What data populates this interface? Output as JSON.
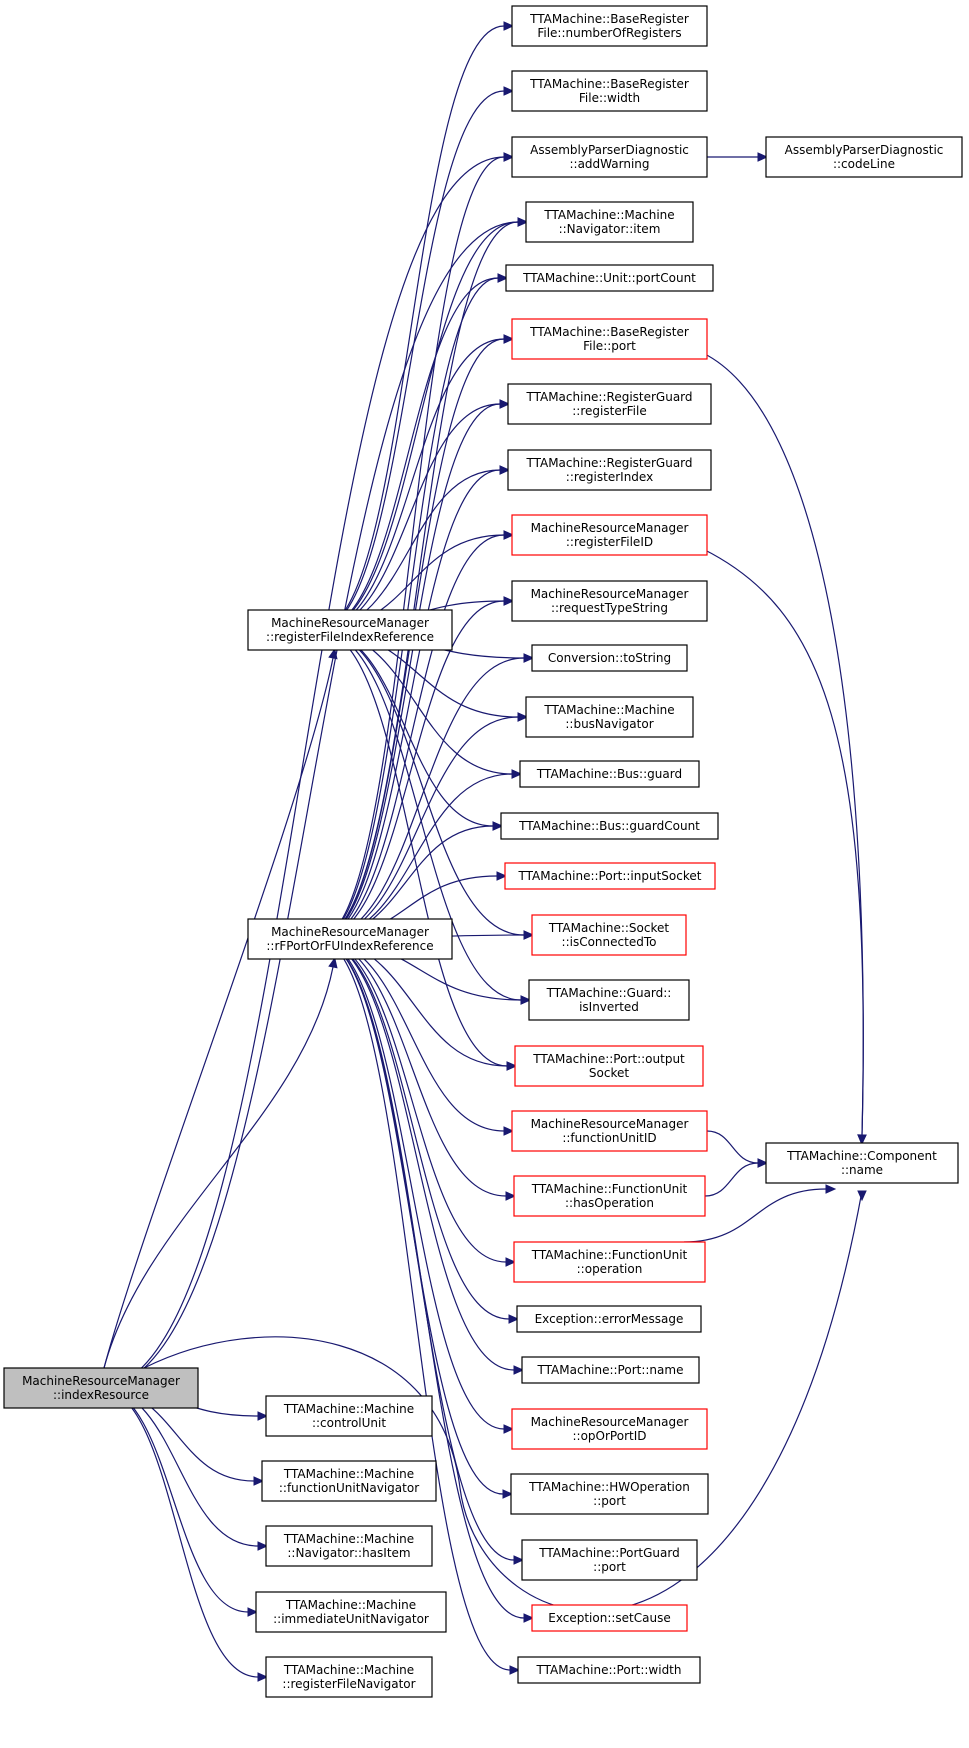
{
  "diagram": {
    "type": "call-graph",
    "nodes": [
      {
        "id": "indexResource",
        "lines": [
          "MachineResourceManager",
          "::indexResource"
        ],
        "root": true
      },
      {
        "id": "regFileIdxRef",
        "lines": [
          "MachineResourceManager",
          "::registerFileIndexReference"
        ]
      },
      {
        "id": "rFPortOrFU",
        "lines": [
          "MachineResourceManager",
          "::rFPortOrFUIndexReference"
        ]
      },
      {
        "id": "numberOfRegisters",
        "lines": [
          "TTAMachine::BaseRegister",
          "File::numberOfRegisters"
        ]
      },
      {
        "id": "brfWidth",
        "lines": [
          "TTAMachine::BaseRegister",
          "File::width"
        ]
      },
      {
        "id": "addWarning",
        "lines": [
          "AssemblyParserDiagnostic",
          "::addWarning"
        ]
      },
      {
        "id": "codeLine",
        "lines": [
          "AssemblyParserDiagnostic",
          "::codeLine"
        ]
      },
      {
        "id": "navItem",
        "lines": [
          "TTAMachine::Machine",
          "::Navigator::item"
        ]
      },
      {
        "id": "portCount",
        "lines": [
          "TTAMachine::Unit::portCount"
        ]
      },
      {
        "id": "brfPort",
        "lines": [
          "TTAMachine::BaseRegister",
          "File::port"
        ],
        "red": true
      },
      {
        "id": "rgRegisterFile",
        "lines": [
          "TTAMachine::RegisterGuard",
          "::registerFile"
        ]
      },
      {
        "id": "rgRegisterIndex",
        "lines": [
          "TTAMachine::RegisterGuard",
          "::registerIndex"
        ]
      },
      {
        "id": "registerFileID",
        "lines": [
          "MachineResourceManager",
          "::registerFileID"
        ],
        "red": true
      },
      {
        "id": "requestTypeString",
        "lines": [
          "MachineResourceManager",
          "::requestTypeString"
        ]
      },
      {
        "id": "toString",
        "lines": [
          "Conversion::toString"
        ]
      },
      {
        "id": "busNavigator",
        "lines": [
          "TTAMachine::Machine",
          "::busNavigator"
        ]
      },
      {
        "id": "busGuard",
        "lines": [
          "TTAMachine::Bus::guard"
        ]
      },
      {
        "id": "busGuardCount",
        "lines": [
          "TTAMachine::Bus::guardCount"
        ]
      },
      {
        "id": "inputSocket",
        "lines": [
          "TTAMachine::Port::inputSocket"
        ],
        "red": true
      },
      {
        "id": "isConnectedTo",
        "lines": [
          "TTAMachine::Socket",
          "::isConnectedTo"
        ],
        "red": true
      },
      {
        "id": "isInverted",
        "lines": [
          "TTAMachine::Guard::",
          "isInverted"
        ]
      },
      {
        "id": "outputSocket",
        "lines": [
          "TTAMachine::Port::output",
          "Socket"
        ],
        "red": true
      },
      {
        "id": "functionUnitID",
        "lines": [
          "MachineResourceManager",
          "::functionUnitID"
        ],
        "red": true
      },
      {
        "id": "hasOperation",
        "lines": [
          "TTAMachine::FunctionUnit",
          "::hasOperation"
        ],
        "red": true
      },
      {
        "id": "fuOperation",
        "lines": [
          "TTAMachine::FunctionUnit",
          "::operation"
        ],
        "red": true
      },
      {
        "id": "componentName",
        "lines": [
          "TTAMachine::Component",
          "::name"
        ]
      },
      {
        "id": "errorMessage",
        "lines": [
          "Exception::errorMessage"
        ]
      },
      {
        "id": "portName",
        "lines": [
          "TTAMachine::Port::name"
        ]
      },
      {
        "id": "opOrPortID",
        "lines": [
          "MachineResourceManager",
          "::opOrPortID"
        ],
        "red": true
      },
      {
        "id": "hwopPort",
        "lines": [
          "TTAMachine::HWOperation",
          "::port"
        ]
      },
      {
        "id": "pgPort",
        "lines": [
          "TTAMachine::PortGuard",
          "::port"
        ]
      },
      {
        "id": "setCause",
        "lines": [
          "Exception::setCause"
        ],
        "red": true
      },
      {
        "id": "portWidth",
        "lines": [
          "TTAMachine::Port::width"
        ]
      },
      {
        "id": "controlUnit",
        "lines": [
          "TTAMachine::Machine",
          "::controlUnit"
        ]
      },
      {
        "id": "fuNavigator",
        "lines": [
          "TTAMachine::Machine",
          "::functionUnitNavigator"
        ]
      },
      {
        "id": "hasItem",
        "lines": [
          "TTAMachine::Machine",
          "::Navigator::hasItem"
        ]
      },
      {
        "id": "iuNavigator",
        "lines": [
          "TTAMachine::Machine",
          "::immediateUnitNavigator"
        ]
      },
      {
        "id": "rfNavigator",
        "lines": [
          "TTAMachine::Machine",
          "::registerFileNavigator"
        ]
      }
    ],
    "edges": [
      [
        "indexResource",
        "regFileIdxRef"
      ],
      [
        "indexResource",
        "rFPortOrFU"
      ],
      [
        "indexResource",
        "addWarning"
      ],
      [
        "indexResource",
        "navItem"
      ],
      [
        "indexResource",
        "componentName"
      ],
      [
        "indexResource",
        "controlUnit"
      ],
      [
        "indexResource",
        "fuNavigator"
      ],
      [
        "indexResource",
        "hasItem"
      ],
      [
        "indexResource",
        "iuNavigator"
      ],
      [
        "indexResource",
        "rfNavigator"
      ],
      [
        "regFileIdxRef",
        "numberOfRegisters"
      ],
      [
        "regFileIdxRef",
        "brfWidth"
      ],
      [
        "regFileIdxRef",
        "navItem"
      ],
      [
        "regFileIdxRef",
        "portCount"
      ],
      [
        "regFileIdxRef",
        "brfPort"
      ],
      [
        "regFileIdxRef",
        "rgRegisterFile"
      ],
      [
        "regFileIdxRef",
        "rgRegisterIndex"
      ],
      [
        "regFileIdxRef",
        "registerFileID"
      ],
      [
        "regFileIdxRef",
        "requestTypeString"
      ],
      [
        "regFileIdxRef",
        "toString"
      ],
      [
        "regFileIdxRef",
        "busNavigator"
      ],
      [
        "regFileIdxRef",
        "busGuard"
      ],
      [
        "regFileIdxRef",
        "busGuardCount"
      ],
      [
        "regFileIdxRef",
        "isConnectedTo"
      ],
      [
        "regFileIdxRef",
        "isInverted"
      ],
      [
        "regFileIdxRef",
        "outputSocket"
      ],
      [
        "rFPortOrFU",
        "addWarning"
      ],
      [
        "rFPortOrFU",
        "navItem"
      ],
      [
        "rFPortOrFU",
        "portCount"
      ],
      [
        "rFPortOrFU",
        "brfPort"
      ],
      [
        "rFPortOrFU",
        "rgRegisterFile"
      ],
      [
        "rFPortOrFU",
        "rgRegisterIndex"
      ],
      [
        "rFPortOrFU",
        "registerFileID"
      ],
      [
        "rFPortOrFU",
        "requestTypeString"
      ],
      [
        "rFPortOrFU",
        "toString"
      ],
      [
        "rFPortOrFU",
        "busNavigator"
      ],
      [
        "rFPortOrFU",
        "busGuard"
      ],
      [
        "rFPortOrFU",
        "busGuardCount"
      ],
      [
        "rFPortOrFU",
        "inputSocket"
      ],
      [
        "rFPortOrFU",
        "isConnectedTo"
      ],
      [
        "rFPortOrFU",
        "isInverted"
      ],
      [
        "rFPortOrFU",
        "outputSocket"
      ],
      [
        "rFPortOrFU",
        "functionUnitID"
      ],
      [
        "rFPortOrFU",
        "hasOperation"
      ],
      [
        "rFPortOrFU",
        "fuOperation"
      ],
      [
        "rFPortOrFU",
        "errorMessage"
      ],
      [
        "rFPortOrFU",
        "portName"
      ],
      [
        "rFPortOrFU",
        "opOrPortID"
      ],
      [
        "rFPortOrFU",
        "hwopPort"
      ],
      [
        "rFPortOrFU",
        "pgPort"
      ],
      [
        "rFPortOrFU",
        "setCause"
      ],
      [
        "rFPortOrFU",
        "portWidth"
      ],
      [
        "addWarning",
        "codeLine"
      ],
      [
        "brfPort",
        "componentName"
      ],
      [
        "registerFileID",
        "componentName"
      ],
      [
        "functionUnitID",
        "componentName"
      ],
      [
        "hasOperation",
        "componentName"
      ],
      [
        "fuOperation",
        "componentName"
      ]
    ]
  }
}
